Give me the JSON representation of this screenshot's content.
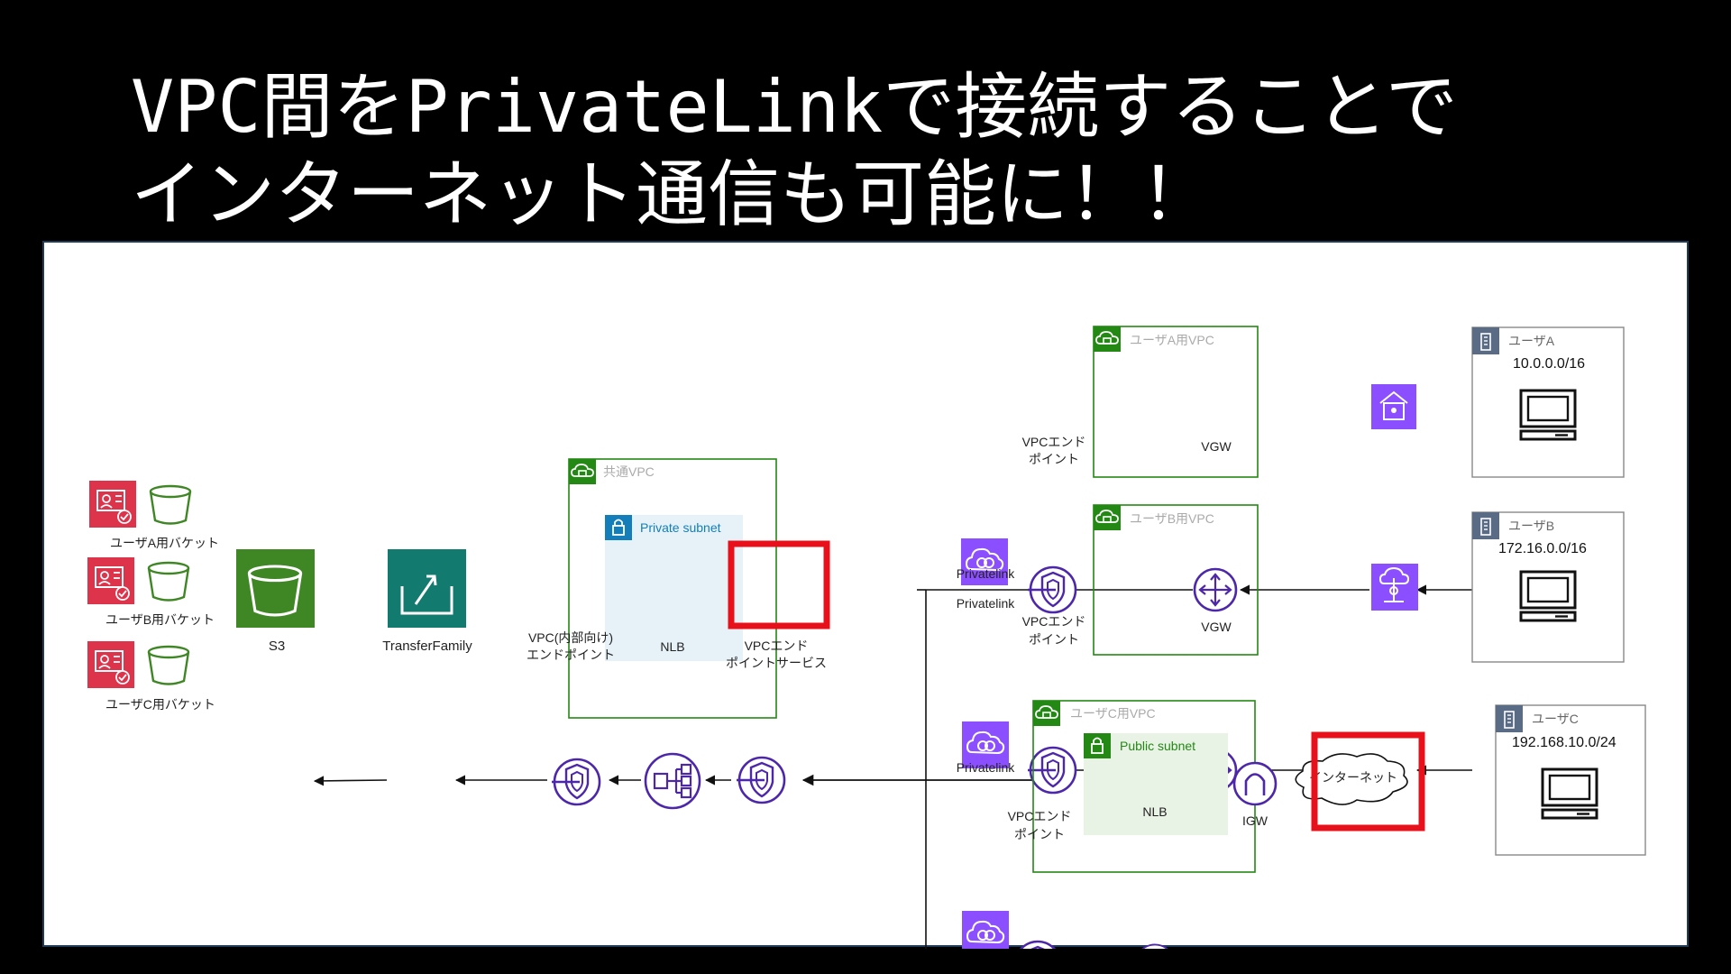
{
  "title": {
    "line1": "VPC間をPrivateLinkで接続することで",
    "line2": "インターネット通信も可能に！！"
  },
  "buckets": {
    "a": "ユーザA用バケット",
    "b": "ユーザB用バケット",
    "c": "ユーザC用バケット"
  },
  "services": {
    "s3": "S3",
    "transfer": "TransferFamily"
  },
  "shared_vpc": {
    "label": "共通VPC",
    "subnet": "Private subnet",
    "endpoint_line1": "VPC(内部向け)",
    "endpoint_line2": "エンドポイント",
    "nlb": "NLB",
    "eps_line1": "VPCエンド",
    "eps_line2": "ポイントサービス"
  },
  "vpc_a": {
    "privatelink": "Privatelink",
    "label": "ユーザA用VPC",
    "ep_line1": "VPCエンド",
    "ep_line2": "ポイント",
    "gw": "VGW",
    "user": "ユーザA",
    "cidr": "10.0.0.0/16"
  },
  "vpc_b": {
    "privatelink": "Privatelink",
    "label": "ユーザB用VPC",
    "ep_line1": "VPCエンド",
    "ep_line2": "ポイント",
    "gw": "VGW",
    "user": "ユーザB",
    "cidr": "172.16.0.0/16"
  },
  "vpc_c": {
    "privatelink": "Privatelink",
    "label": "ユーザC用VPC",
    "subnet": "Public subnet",
    "ep_line1": "VPCエンド",
    "ep_line2": "ポイント",
    "nlb": "NLB",
    "gw": "IGW",
    "internet": "インターネット",
    "user": "ユーザC",
    "cidr": "192.168.10.0/24"
  },
  "colors": {
    "storage_green": "#3f8624",
    "transfer_teal": "#127a6e",
    "network_purple": "#8c4fff",
    "icon_purple": "#4d27aa",
    "security_red": "#dd344c",
    "highlight_red": "#e8101a",
    "vpc_border_green": "#248814"
  }
}
